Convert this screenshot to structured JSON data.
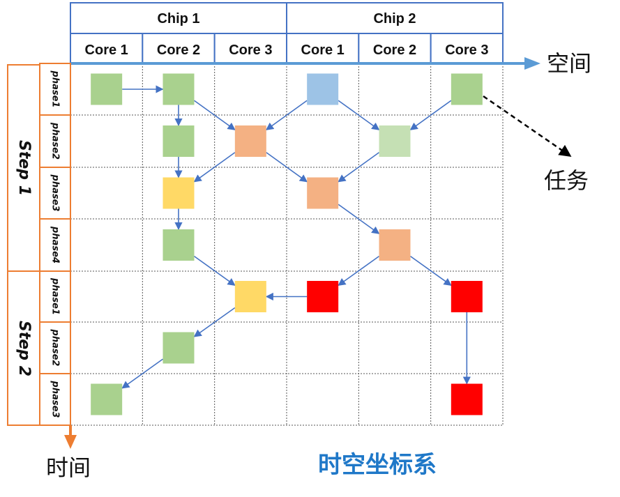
{
  "chips": [
    {
      "label": "Chip 1",
      "cores": [
        "Core 1",
        "Core 2",
        "Core 3"
      ]
    },
    {
      "label": "Chip 2",
      "cores": [
        "Core 1",
        "Core 2",
        "Core 3"
      ]
    }
  ],
  "steps": [
    {
      "label": "Step 1",
      "phases": [
        "phase1",
        "phase2",
        "phase3",
        "phase4"
      ]
    },
    {
      "label": "Step 2",
      "phases": [
        "phase1",
        "phase2",
        "phase3"
      ]
    }
  ],
  "space_label": "空间",
  "time_label": "时间",
  "task_label": "任务",
  "caption": "时空坐标系",
  "colors": {
    "frame_blue": "#4472c4",
    "axis_blue": "#5b9bd5",
    "frame_orange": "#ed7d31",
    "green": "#a9d18e",
    "light_green": "#c5e0b4",
    "blue": "#9dc3e6",
    "orange": "#f4b183",
    "yellow": "#ffd966",
    "red": "#ff0000",
    "arrow": "#4472c4"
  },
  "tasks": [
    {
      "id": "t1",
      "row": 0,
      "col": 0,
      "color": "green"
    },
    {
      "id": "t2",
      "row": 0,
      "col": 1,
      "color": "green"
    },
    {
      "id": "t3",
      "row": 0,
      "col": 3,
      "color": "blue"
    },
    {
      "id": "t4",
      "row": 0,
      "col": 5,
      "color": "green"
    },
    {
      "id": "t5",
      "row": 1,
      "col": 1,
      "color": "green"
    },
    {
      "id": "t6",
      "row": 1,
      "col": 2,
      "color": "orange"
    },
    {
      "id": "t7",
      "row": 1,
      "col": 4,
      "color": "light_green"
    },
    {
      "id": "t8",
      "row": 2,
      "col": 1,
      "color": "yellow"
    },
    {
      "id": "t9",
      "row": 2,
      "col": 3,
      "color": "orange"
    },
    {
      "id": "t10",
      "row": 3,
      "col": 1,
      "color": "green"
    },
    {
      "id": "t11",
      "row": 3,
      "col": 4,
      "color": "orange"
    },
    {
      "id": "t12",
      "row": 4,
      "col": 2,
      "color": "yellow"
    },
    {
      "id": "t13",
      "row": 4,
      "col": 3,
      "color": "red"
    },
    {
      "id": "t14",
      "row": 4,
      "col": 5,
      "color": "red"
    },
    {
      "id": "t15",
      "row": 5,
      "col": 1,
      "color": "green"
    },
    {
      "id": "t16",
      "row": 6,
      "col": 0,
      "color": "green"
    },
    {
      "id": "t17",
      "row": 6,
      "col": 5,
      "color": "red"
    }
  ],
  "edges": [
    [
      "t1",
      "t2"
    ],
    [
      "t2",
      "t5"
    ],
    [
      "t2",
      "t6"
    ],
    [
      "t3",
      "t6"
    ],
    [
      "t3",
      "t7"
    ],
    [
      "t4",
      "t7"
    ],
    [
      "t5",
      "t8"
    ],
    [
      "t6",
      "t8"
    ],
    [
      "t6",
      "t9"
    ],
    [
      "t7",
      "t9"
    ],
    [
      "t8",
      "t10"
    ],
    [
      "t9",
      "t11"
    ],
    [
      "t10",
      "t12"
    ],
    [
      "t11",
      "t13"
    ],
    [
      "t11",
      "t14"
    ],
    [
      "t13",
      "t12"
    ],
    [
      "t12",
      "t15"
    ],
    [
      "t14",
      "t17"
    ],
    [
      "t15",
      "t16"
    ]
  ]
}
